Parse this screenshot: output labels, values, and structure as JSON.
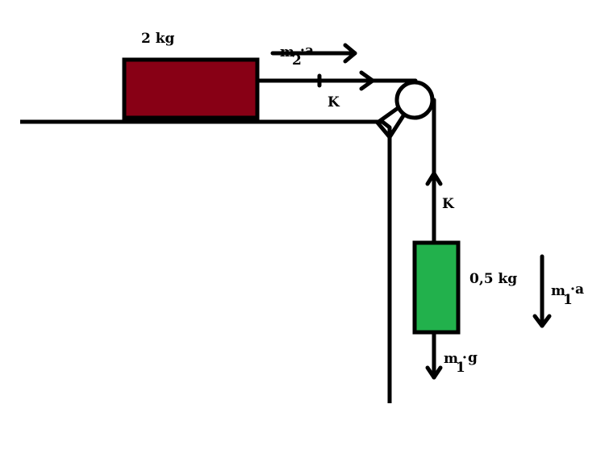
{
  "labels": {
    "mass_top": "2 kg",
    "mass_hanging": "0,5 kg",
    "tension_horizontal": "K",
    "tension_vertical": "K",
    "m2a": {
      "base": "m",
      "sub": "2",
      "dot": "·",
      "rest": "a"
    },
    "m1a": {
      "base": "m",
      "sub": "1",
      "dot": "·",
      "rest": "a"
    },
    "m1g": {
      "base": "m",
      "sub": "1",
      "dot": "·",
      "rest": "g"
    }
  },
  "colors": {
    "block_top": "#880015",
    "block_hanging": "#22b14c",
    "line": "#000000"
  }
}
